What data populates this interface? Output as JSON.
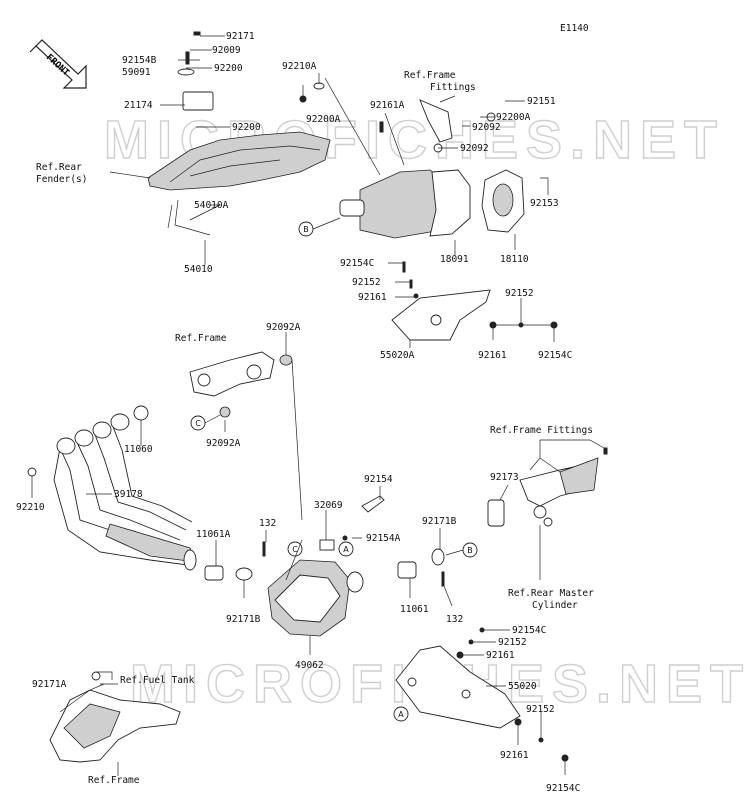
{
  "diagram_code": "E1140",
  "watermark_text": "MICROFICHES.NET",
  "direction_label": "FRONT",
  "part_labels": {
    "p92171": "92171",
    "p92009": "92009",
    "p92154B": "92154B",
    "p59091": "59091",
    "p92200_top": "92200",
    "p21174": "21174",
    "p92200_mid": "92200",
    "ref_rear_fender_1": "Ref.Rear",
    "ref_rear_fender_2": "Fender(s)",
    "p54010A": "54010A",
    "p54010": "54010",
    "p92210A": "92210A",
    "p92200A_left": "92200A",
    "ref_frame_fittings_top_1": "Ref.Frame",
    "ref_frame_fittings_top_2": "Fittings",
    "p92161A": "92161A",
    "p92151": "92151",
    "p92200A_right": "92200A",
    "p92092_a": "92092",
    "p92092_b": "92092",
    "p92153": "92153",
    "p18091": "18091",
    "p18110": "18110",
    "p92154C_top": "92154C",
    "p92152_top": "92152",
    "p92161_top": "92161",
    "p92152_right": "92152",
    "p55020A": "55020A",
    "p92161_mid": "92161",
    "p92154C_mid": "92154C",
    "ref_frame_mid": "Ref.Frame",
    "p92092A_top": "92092A",
    "p92092A_bottom": "92092A",
    "p11060": "11060",
    "p92210": "92210",
    "p39178": "39178",
    "p11061A": "11061A",
    "p132_left": "132",
    "p92171B_left": "92171B",
    "p32069": "32069",
    "p92154": "92154",
    "p92154A": "92154A",
    "p92171B_right": "92171B",
    "p11061": "11061",
    "p132_right": "132",
    "p49062": "49062",
    "ref_frame_fittings_right": "Ref.Frame Fittings",
    "p92173": "92173",
    "ref_rear_master_1": "Ref.Rear Master",
    "ref_rear_master_2": "Cylinder",
    "p92154C_bottom": "92154C",
    "p92152_bottom": "92152",
    "p92161_bottom": "92161",
    "p55020": "55020",
    "p92152_bottom2": "92152",
    "p92161_bottom2": "92161",
    "p92154C_bottom2": "92154C",
    "p92171A": "92171A",
    "ref_fuel_tank": "Ref.Fuel Tank",
    "ref_frame_bottom": "Ref.Frame"
  },
  "callouts": {
    "B_top": "B",
    "C_mid": "C",
    "C_low": "C",
    "A_low": "A",
    "B_right": "B",
    "A_bottom": "A"
  }
}
